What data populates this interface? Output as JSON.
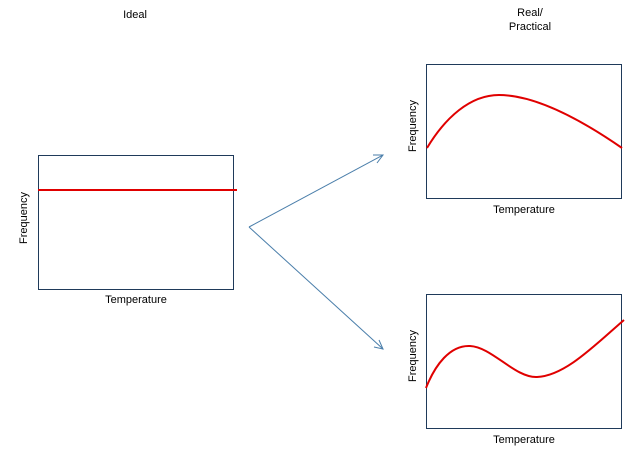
{
  "headings": {
    "ideal": "Ideal",
    "real": [
      "Real/",
      "Practical"
    ]
  },
  "charts": {
    "ideal": {
      "xlabel": "Temperature",
      "ylabel": "Frequency"
    },
    "real1": {
      "xlabel": "Temperature",
      "ylabel": "Frequency"
    },
    "real2": {
      "xlabel": "Temperature",
      "ylabel": "Frequency"
    }
  },
  "colors": {
    "curve": "#e00000",
    "frame": "#1f3a5a",
    "arrow": "#4a7eaa"
  }
}
